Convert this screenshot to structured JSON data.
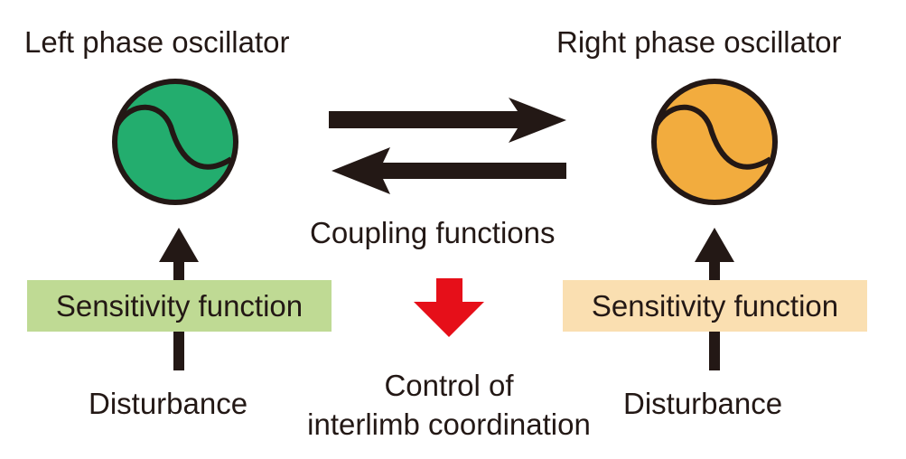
{
  "left": {
    "title": "Left phase oscillator",
    "color": "#23AD6E",
    "sensitivity_label": "Sensitivity function",
    "sensitivity_bg": "#BFDA94",
    "disturbance_label": "Disturbance"
  },
  "right": {
    "title": "Right phase oscillator",
    "color": "#F2AC3E",
    "sensitivity_label": "Sensitivity function",
    "sensitivity_bg": "#FADFB1",
    "disturbance_label": "Disturbance"
  },
  "center": {
    "coupling_label": "Coupling functions",
    "result_line1": "Control of",
    "result_line2": "interlimb coordination",
    "result_arrow_color": "#E60F19"
  },
  "ink_color": "#231815"
}
